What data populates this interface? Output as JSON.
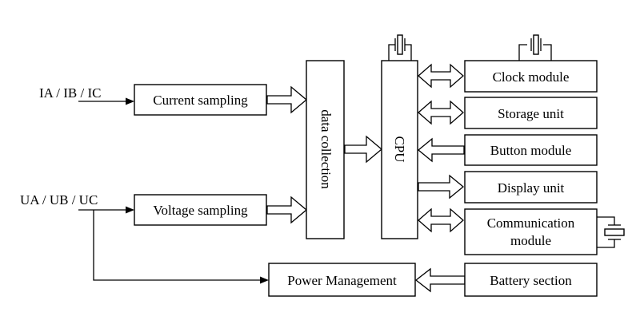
{
  "inputs": {
    "current": "IA / IB / IC",
    "voltage": "UA / UB / UC"
  },
  "blocks": {
    "current_sampling": "Current sampling",
    "voltage_sampling": "Voltage sampling",
    "data_collection": "data collection",
    "cpu": "CPU",
    "clock_module": "Clock module",
    "storage_unit": "Storage unit",
    "button_module": "Button module",
    "display_unit": "Display unit",
    "communication_module_line1": "Communication",
    "communication_module_line2": "module",
    "power_management": "Power Management",
    "battery_section": "Battery section"
  },
  "icons": [
    "crystal-oscillator-icon",
    "crystal-oscillator-icon",
    "crystal-oscillator-icon"
  ]
}
